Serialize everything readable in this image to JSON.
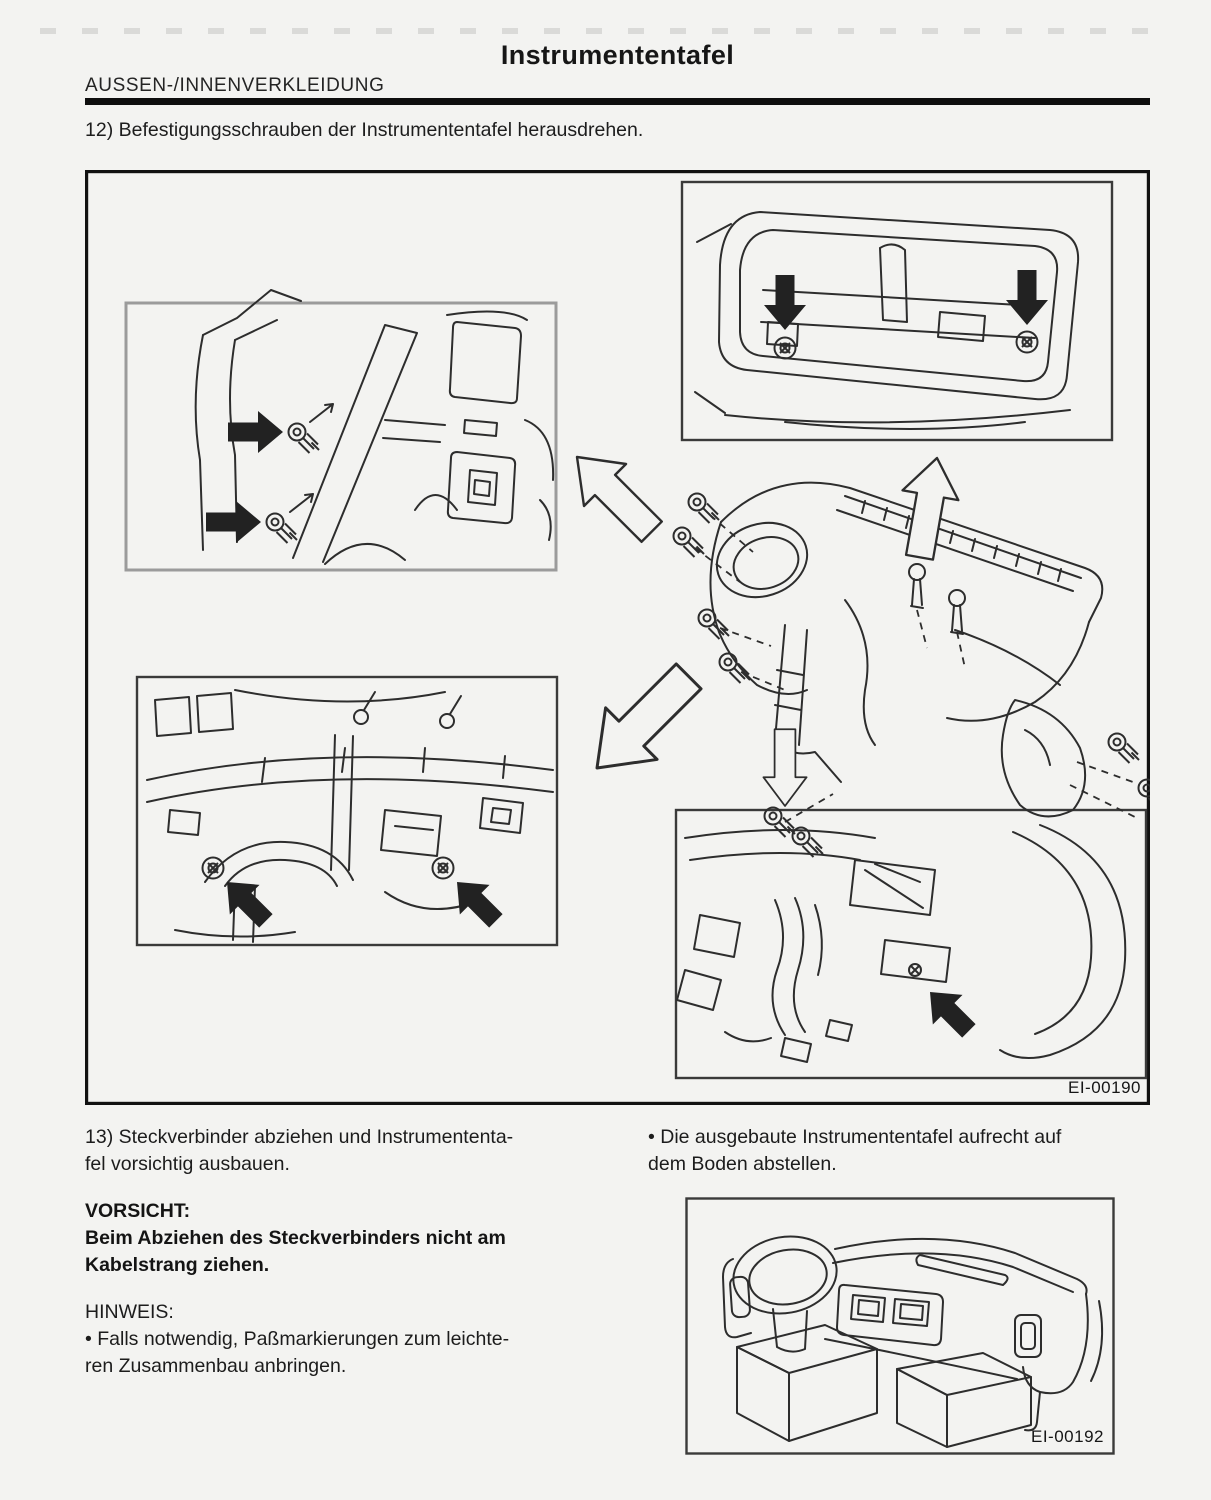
{
  "page": {
    "title": "Instrumententafel",
    "section": "AUSSEN-/INNENVERKLEIDUNG",
    "step12": "12) Befestigungsschrauben der Instrumententafel herausdrehen.",
    "left_column": {
      "step13_lines": [
        "13) Steckverbinder abziehen und Instrumententa-",
        "fel vorsichtig ausbauen."
      ],
      "caution_heading": "VORSICHT:",
      "caution_lines": [
        "Beim Abziehen des Steckverbinders nicht am",
        "Kabelstrang ziehen."
      ],
      "note_heading": "HINWEIS:",
      "note_lines": [
        "•  Falls notwendig, Paßmarkierungen zum leichte-",
        "ren Zusammenbau anbringen."
      ]
    },
    "right_column": {
      "bullet_lines": [
        "•  Die ausgebaute Instrumententafel aufrecht auf",
        "dem Boden abstellen."
      ]
    },
    "figure1": {
      "label": "EI-00190"
    },
    "figure2": {
      "label": "EI-00192"
    }
  },
  "colors": {
    "paper": "#f3f3f1",
    "ink": "#2d2d2d",
    "rule": "#0e0e0e",
    "inset_border_gray": "#9b9b9b"
  }
}
